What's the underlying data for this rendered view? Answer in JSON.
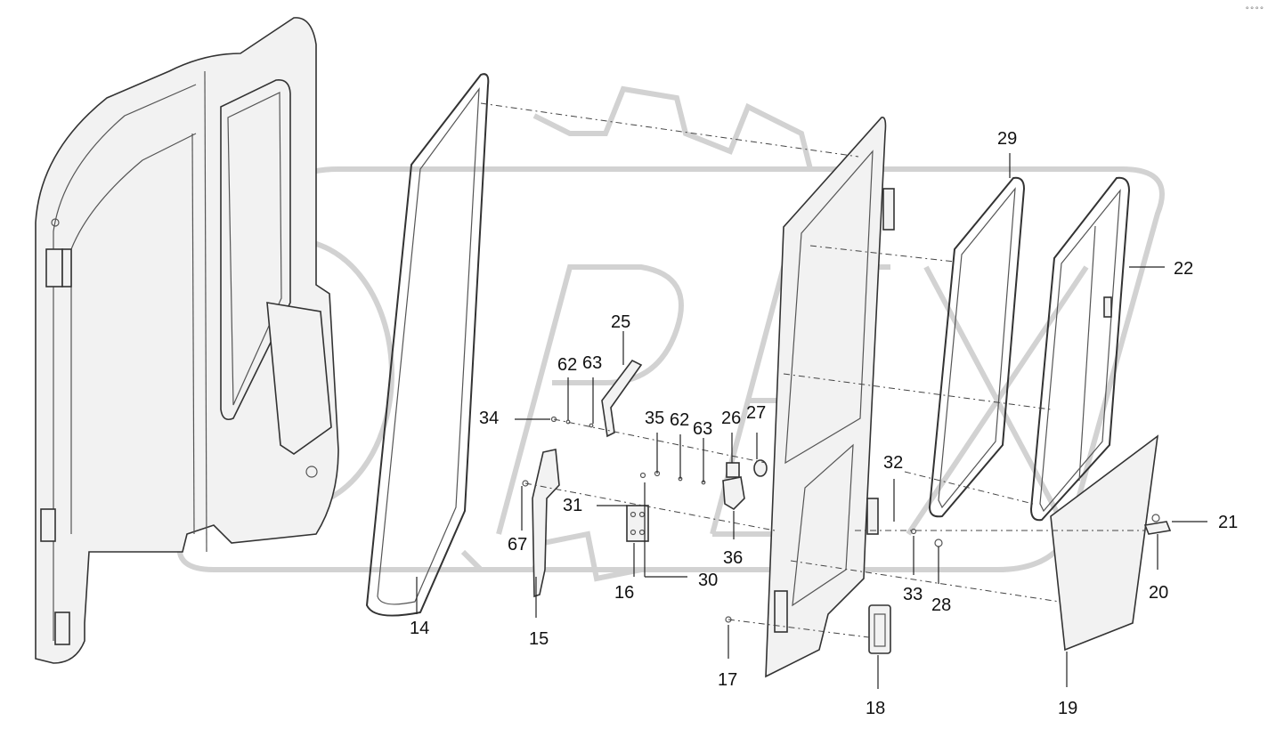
{
  "watermark": {
    "logo_text": "OPEX",
    "color": "#d2d2d2"
  },
  "corner_mark": "°°°°",
  "callouts": {
    "c14": "14",
    "c15": "15",
    "c16": "16",
    "c17": "17",
    "c18": "18",
    "c19": "19",
    "c20": "20",
    "c21": "21",
    "c22": "22",
    "c25": "25",
    "c26": "26",
    "c27": "27",
    "c28": "28",
    "c29": "29",
    "c30": "30",
    "c31": "31",
    "c32": "32",
    "c33": "33",
    "c34": "34",
    "c35": "35",
    "c36": "36",
    "c62a": "62",
    "c63a": "63",
    "c62b": "62",
    "c63b": "63",
    "c67": "67"
  }
}
